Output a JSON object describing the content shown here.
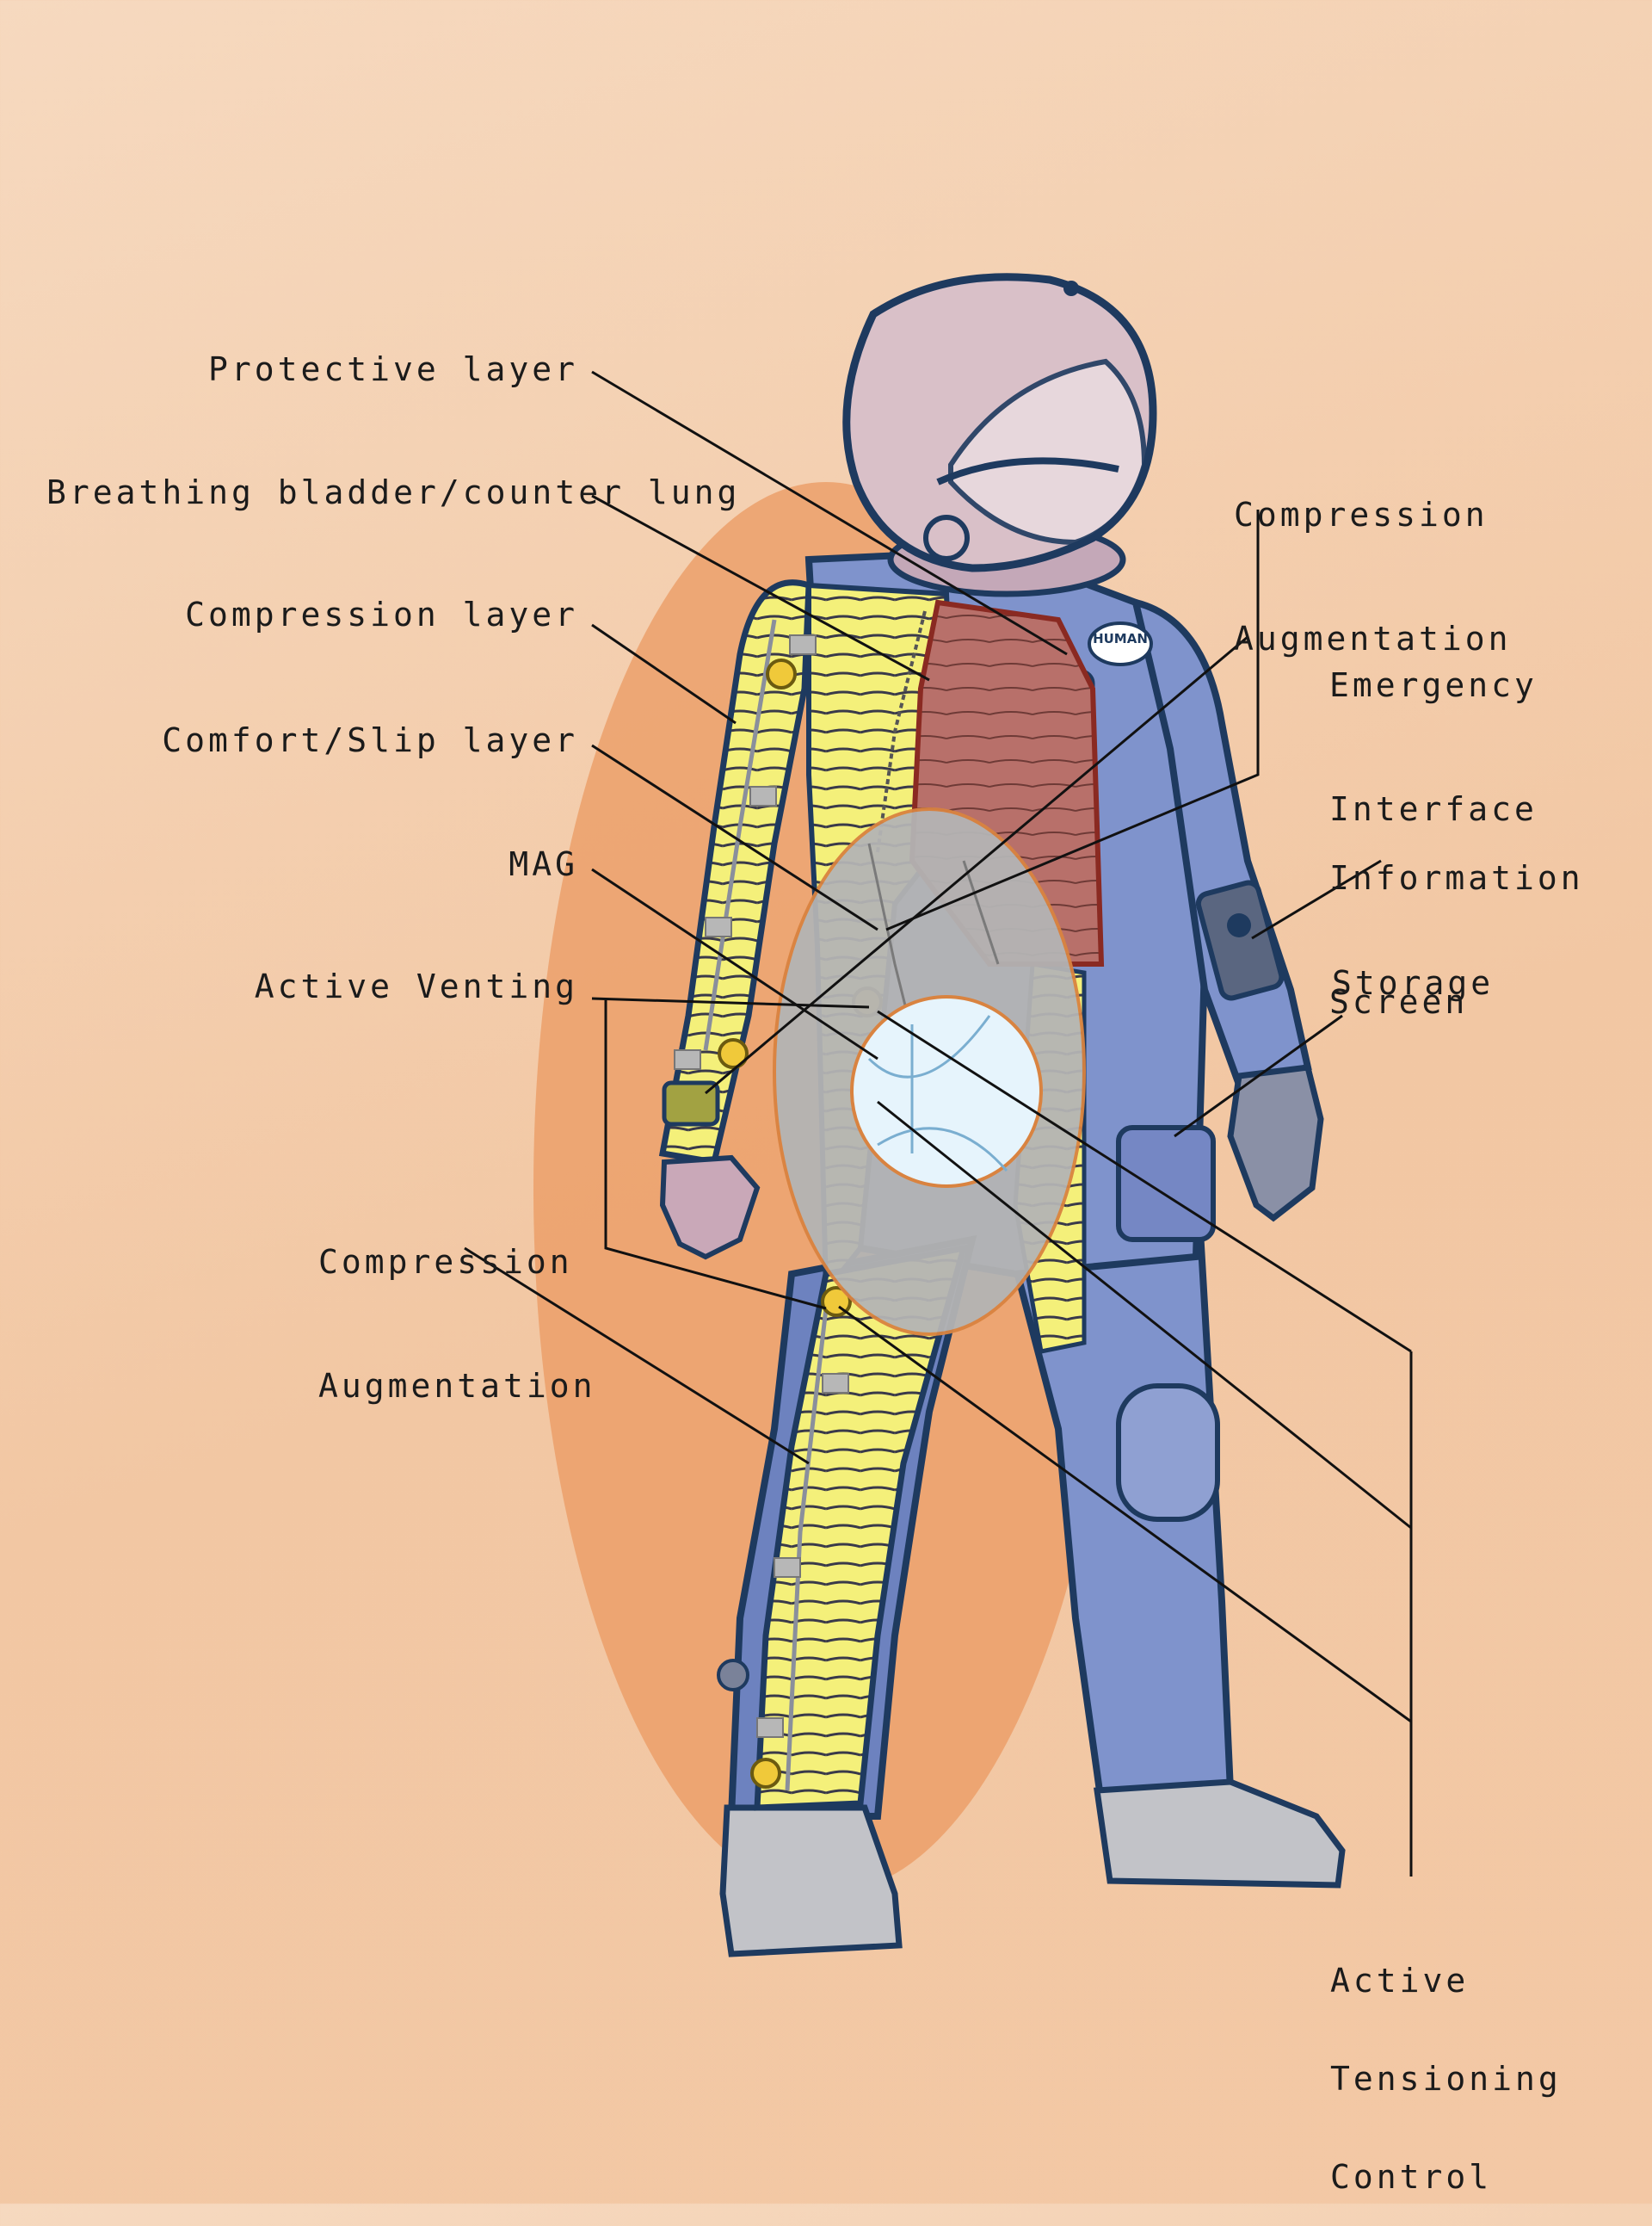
{
  "labels": {
    "protective_layer": "Protective layer",
    "breathing_bladder": "Breathing bladder/counter lung",
    "compression_layer": "Compression layer",
    "comfort_slip_layer": "Comfort/Slip layer",
    "mag": "MAG",
    "active_venting": "Active Venting",
    "compression_augmentation_left": [
      "Compression",
      "Augmentation"
    ],
    "compression_augmentation_right": [
      "Compression",
      "Augmentation"
    ],
    "emergency_interface": [
      "Emergency",
      "Interface"
    ],
    "information_screen": [
      "Information",
      "Screen"
    ],
    "storage": "Storage",
    "active_tensioning_control": [
      "Active",
      "Tensioning",
      "Control"
    ]
  },
  "badge_text": "HUMAN",
  "colors": {
    "background": "#f4cfae",
    "cutaway_ellipse": "#eb9a62",
    "suit_blue": "#7f93cc",
    "compression_yellow": "#f4f07a",
    "helmet_pink": "#d9c0c8",
    "bladder_red": "#b8706a",
    "comfort_gray": "#b4b4b4",
    "mag_blue": "#e6f4fc",
    "outline": "#1e3a5f",
    "leader_line": "#111111"
  }
}
